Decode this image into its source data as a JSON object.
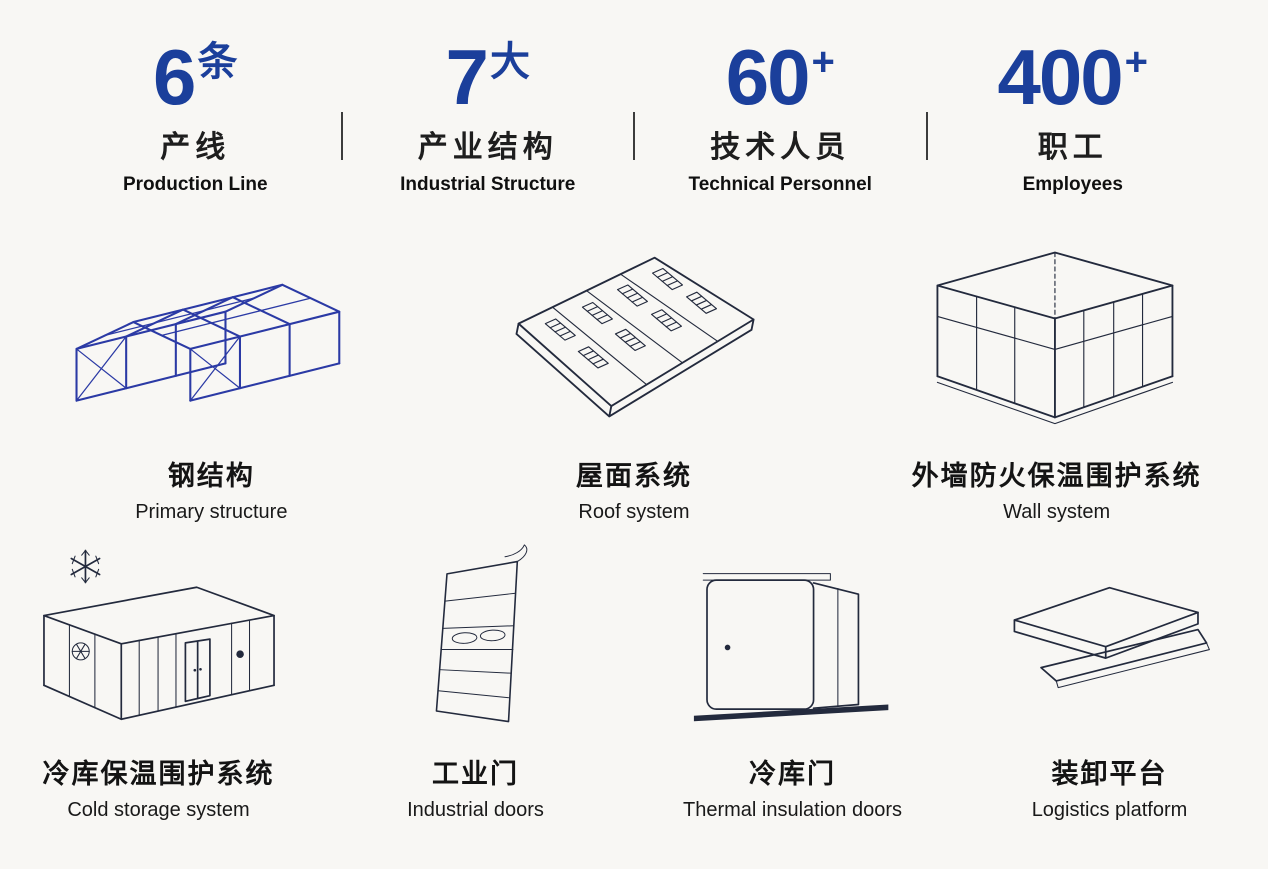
{
  "colors": {
    "accent_blue": "#1b3f9b",
    "line_ink": "#232a3d",
    "steel_blue": "#2b3aa5",
    "background": "#f8f7f4"
  },
  "stats": [
    {
      "number": "6",
      "suffix": "条",
      "zh": "产线",
      "en": "Production Line"
    },
    {
      "number": "7",
      "suffix": "大",
      "zh": "产业结构",
      "en": "Industrial Structure"
    },
    {
      "number": "60",
      "suffix": "+",
      "zh": "技术人员",
      "en": "Technical Personnel"
    },
    {
      "number": "400",
      "suffix": "+",
      "zh": "职工",
      "en": "Employees"
    }
  ],
  "products": {
    "row1": [
      {
        "zh": "钢结构",
        "en": "Primary structure",
        "icon": "steel-structure-icon"
      },
      {
        "zh": "屋面系统",
        "en": "Roof system",
        "icon": "roof-system-icon"
      },
      {
        "zh": "外墙防火保温围护系统",
        "en": "Wall system",
        "icon": "wall-system-icon"
      }
    ],
    "row2": [
      {
        "zh": "冷库保温围护系统",
        "en": "Cold storage system",
        "icon": "cold-storage-icon"
      },
      {
        "zh": "工业门",
        "en": "Industrial doors",
        "icon": "industrial-door-icon"
      },
      {
        "zh": "冷库门",
        "en": "Thermal insulation doors",
        "icon": "insulation-door-icon"
      },
      {
        "zh": "装卸平台",
        "en": "Logistics platform",
        "icon": "dock-leveler-icon"
      }
    ]
  }
}
